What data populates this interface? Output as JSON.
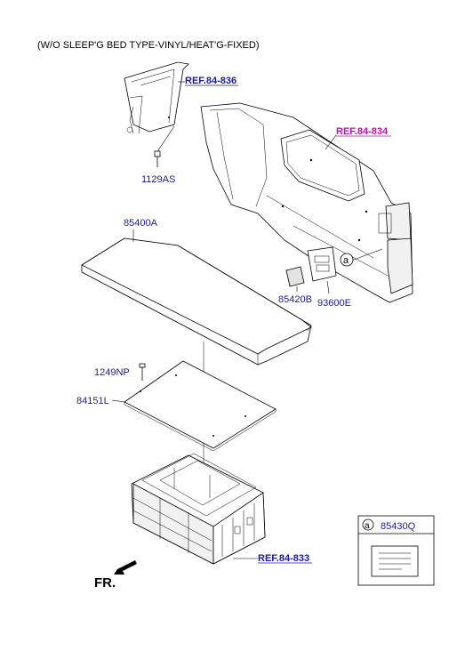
{
  "diagram": {
    "title": "(W/O SLEEP'G BED TYPE-VINYL/HEAT'G-FIXED)",
    "references": [
      {
        "label": "REF.84-836",
        "color": "#1a1aa8"
      },
      {
        "label": "REF.84-834",
        "color": "#b01aa8"
      },
      {
        "label": "REF.84-833",
        "color": "#1a1aa8"
      }
    ],
    "parts": [
      {
        "label": "1129AS"
      },
      {
        "label": "85400A"
      },
      {
        "label": "85420B"
      },
      {
        "label": "93600E"
      },
      {
        "label": "1249NP"
      },
      {
        "label": "84151L"
      }
    ],
    "legend": {
      "marker": "a",
      "part": "85430Q"
    },
    "callout_marker": "a",
    "direction_label": "FR."
  }
}
